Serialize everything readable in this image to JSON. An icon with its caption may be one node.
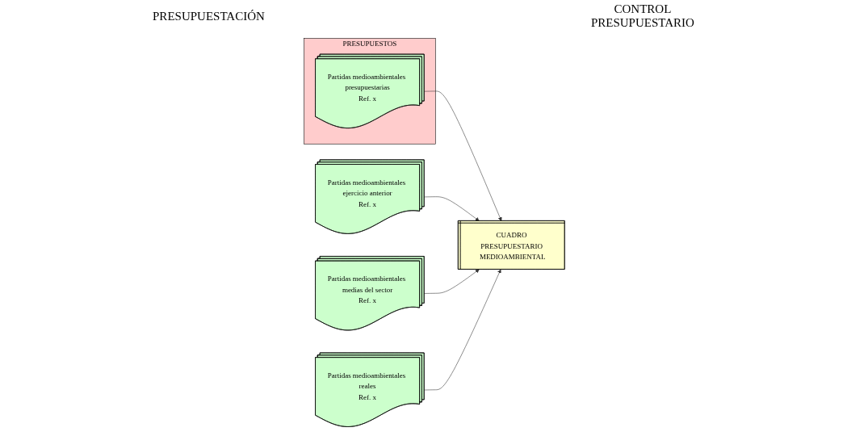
{
  "diagram": {
    "nodes": [
      {
        "text": [
          "PRESUPUESTOS"
        ]
      },
      {
        "text": [
          "Partidas medioambientales presupuestarias",
          "Ref. x"
        ],
        "in": 0
      },
      {
        "text": [
          "Partidas medioambientales ejercicio anterior",
          "Ref. x"
        ]
      },
      {
        "text": [
          "Partidas medioambientales medias del sector",
          "Ref. x"
        ]
      },
      {
        "text": [
          "CUADRO PRESUPUESTARIO MEDIOAMBIENTAL"
        ]
      },
      {
        "text": [
          "Partidas medioambientales reales",
          "Ref. x"
        ]
      }
    ],
    "edges": [
      {
        "from": 1,
        "to": 4,
        "arrow": "to"
      },
      {
        "from": 2,
        "to": 4,
        "arrow": "to"
      },
      {
        "from": 3,
        "to": 4,
        "arrow": "to"
      },
      {
        "from": 5,
        "to": 4,
        "arrow": "to"
      }
    ],
    "labels": [
      "PRESUPUESTACIÓN",
      "CONTROL PRESUPUESTARIO"
    ]
  }
}
